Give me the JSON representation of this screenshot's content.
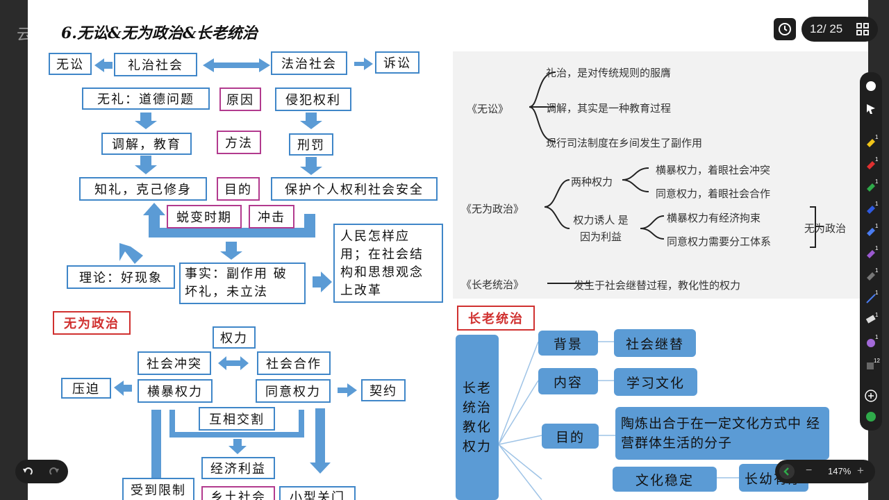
{
  "app": {
    "watermark": "云",
    "page_counter": "12/ 25",
    "zoom": "147%"
  },
  "slide": {
    "title": "6.无讼&无为政治&长老统治",
    "flow1": {
      "wusong": "无讼",
      "lizhi": "礼治社会",
      "fazhi": "法治社会",
      "susong": "诉讼",
      "wuli": "无礼：道德问题",
      "yuanyin": "原因",
      "qinfan": "侵犯权利",
      "tiaojie": "调解，教育",
      "fangfa": "方法",
      "xingfa": "刑罚",
      "zhili": "知礼，克己修身",
      "mudi": "目的",
      "baohu": "保护个人权利社会安全",
      "tuibian": "蜕变时期",
      "chongji": "冲击",
      "lilun": "理论：好现象",
      "shishi": "事实：副作用 破坏礼，未立法",
      "renmin": "人民怎样应用；在社会结构和思想观念上改革"
    },
    "flow2": {
      "header": "无为政治",
      "quanli": "权力",
      "chongtu": "社会冲突",
      "hezuo": "社会合作",
      "yapo": "压迫",
      "hengbao": "横暴权力",
      "tongyi": "同意权力",
      "qiyue": "契约",
      "jiaoge": "互相交割",
      "jingji": "经济利益",
      "shoudao": "受到限制",
      "bottom1": "乡土社会",
      "bottom2": "小型关门"
    },
    "mindmap": {
      "wusong": "《无讼》",
      "w1": "礼治，是对传统规则的服膺",
      "w2": "调解，其实是一种教育过程",
      "w3": "现行司法制度在乡间发生了副作用",
      "wuwei": "《无为政治》",
      "liangzhong": "两种权力",
      "hengbao": "横暴权力，着眼社会冲突",
      "tongyi": "同意权力，着眼社会合作",
      "youren": "权力诱人 是因为利益",
      "jingji": "横暴权力有经济拘束",
      "fengong": "同意权力需要分工体系",
      "wuwei_end": "无为政治",
      "zhanglao": "《长老统治》",
      "zhanglao_desc": "发生于社会继替过程，教化性的权力"
    },
    "flow3": {
      "header": "长老统治",
      "main": "长老 统治 教化 权力",
      "beijing": "背景",
      "jiti": "社会继替",
      "neirong": "内容",
      "xuexi": "学习文化",
      "mudi": "目的",
      "mudi_desc": "陶炼出合于在一定文化方式中 经营群体生活的分子",
      "wending": "文化稳定",
      "zhangyou": "长幼有序"
    }
  },
  "toolbar": {
    "badge": "1",
    "badge12": "12"
  },
  "colors": {
    "box_border": "#3f86c8",
    "pink": "#b23a8e",
    "red": "#d0302f",
    "blue_fill": "#5b9bd5",
    "arrow": "#5b9bd5"
  }
}
